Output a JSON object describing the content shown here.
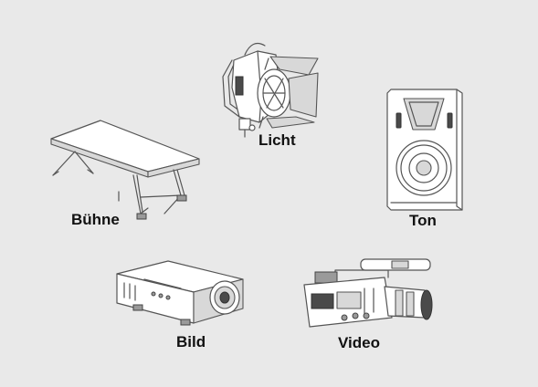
{
  "categories": {
    "licht": {
      "label": "Licht",
      "icon": "spotlight-icon"
    },
    "buehne": {
      "label": "Bühne",
      "icon": "stage-platform-icon"
    },
    "ton": {
      "label": "Ton",
      "icon": "speaker-icon"
    },
    "bild": {
      "label": "Bild",
      "icon": "projector-icon"
    },
    "video": {
      "label": "Video",
      "icon": "video-camera-icon"
    }
  },
  "colors": {
    "background": "#e9e9e9",
    "label": "#111111",
    "line": "#555555"
  }
}
